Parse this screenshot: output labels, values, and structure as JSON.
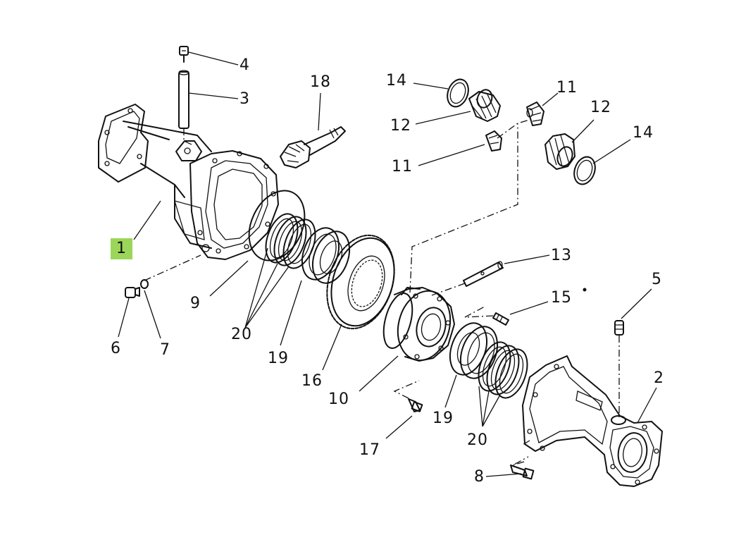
{
  "diagram": {
    "style": "exploded parts diagram, black line art on white",
    "highlight_color": "#9bd65a",
    "callouts": [
      {
        "id": "c1",
        "text": "1",
        "highlight": true
      },
      {
        "id": "c2",
        "text": "2"
      },
      {
        "id": "c3",
        "text": "3"
      },
      {
        "id": "c4",
        "text": "4"
      },
      {
        "id": "c5",
        "text": "5"
      },
      {
        "id": "c6",
        "text": "6"
      },
      {
        "id": "c7",
        "text": "7"
      },
      {
        "id": "c8",
        "text": "8"
      },
      {
        "id": "c9",
        "text": "9"
      },
      {
        "id": "c10",
        "text": "10"
      },
      {
        "id": "c11a",
        "text": "11"
      },
      {
        "id": "c11b",
        "text": "11"
      },
      {
        "id": "c12a",
        "text": "12"
      },
      {
        "id": "c12b",
        "text": "12"
      },
      {
        "id": "c13",
        "text": "13"
      },
      {
        "id": "c14a",
        "text": "14"
      },
      {
        "id": "c14b",
        "text": "14"
      },
      {
        "id": "c15",
        "text": "15"
      },
      {
        "id": "c16",
        "text": "16"
      },
      {
        "id": "c17",
        "text": "17"
      },
      {
        "id": "c18",
        "text": "18"
      },
      {
        "id": "c19a",
        "text": "19"
      },
      {
        "id": "c19b",
        "text": "19"
      },
      {
        "id": "c20a",
        "text": "20"
      },
      {
        "id": "c20b",
        "text": "20"
      }
    ]
  }
}
